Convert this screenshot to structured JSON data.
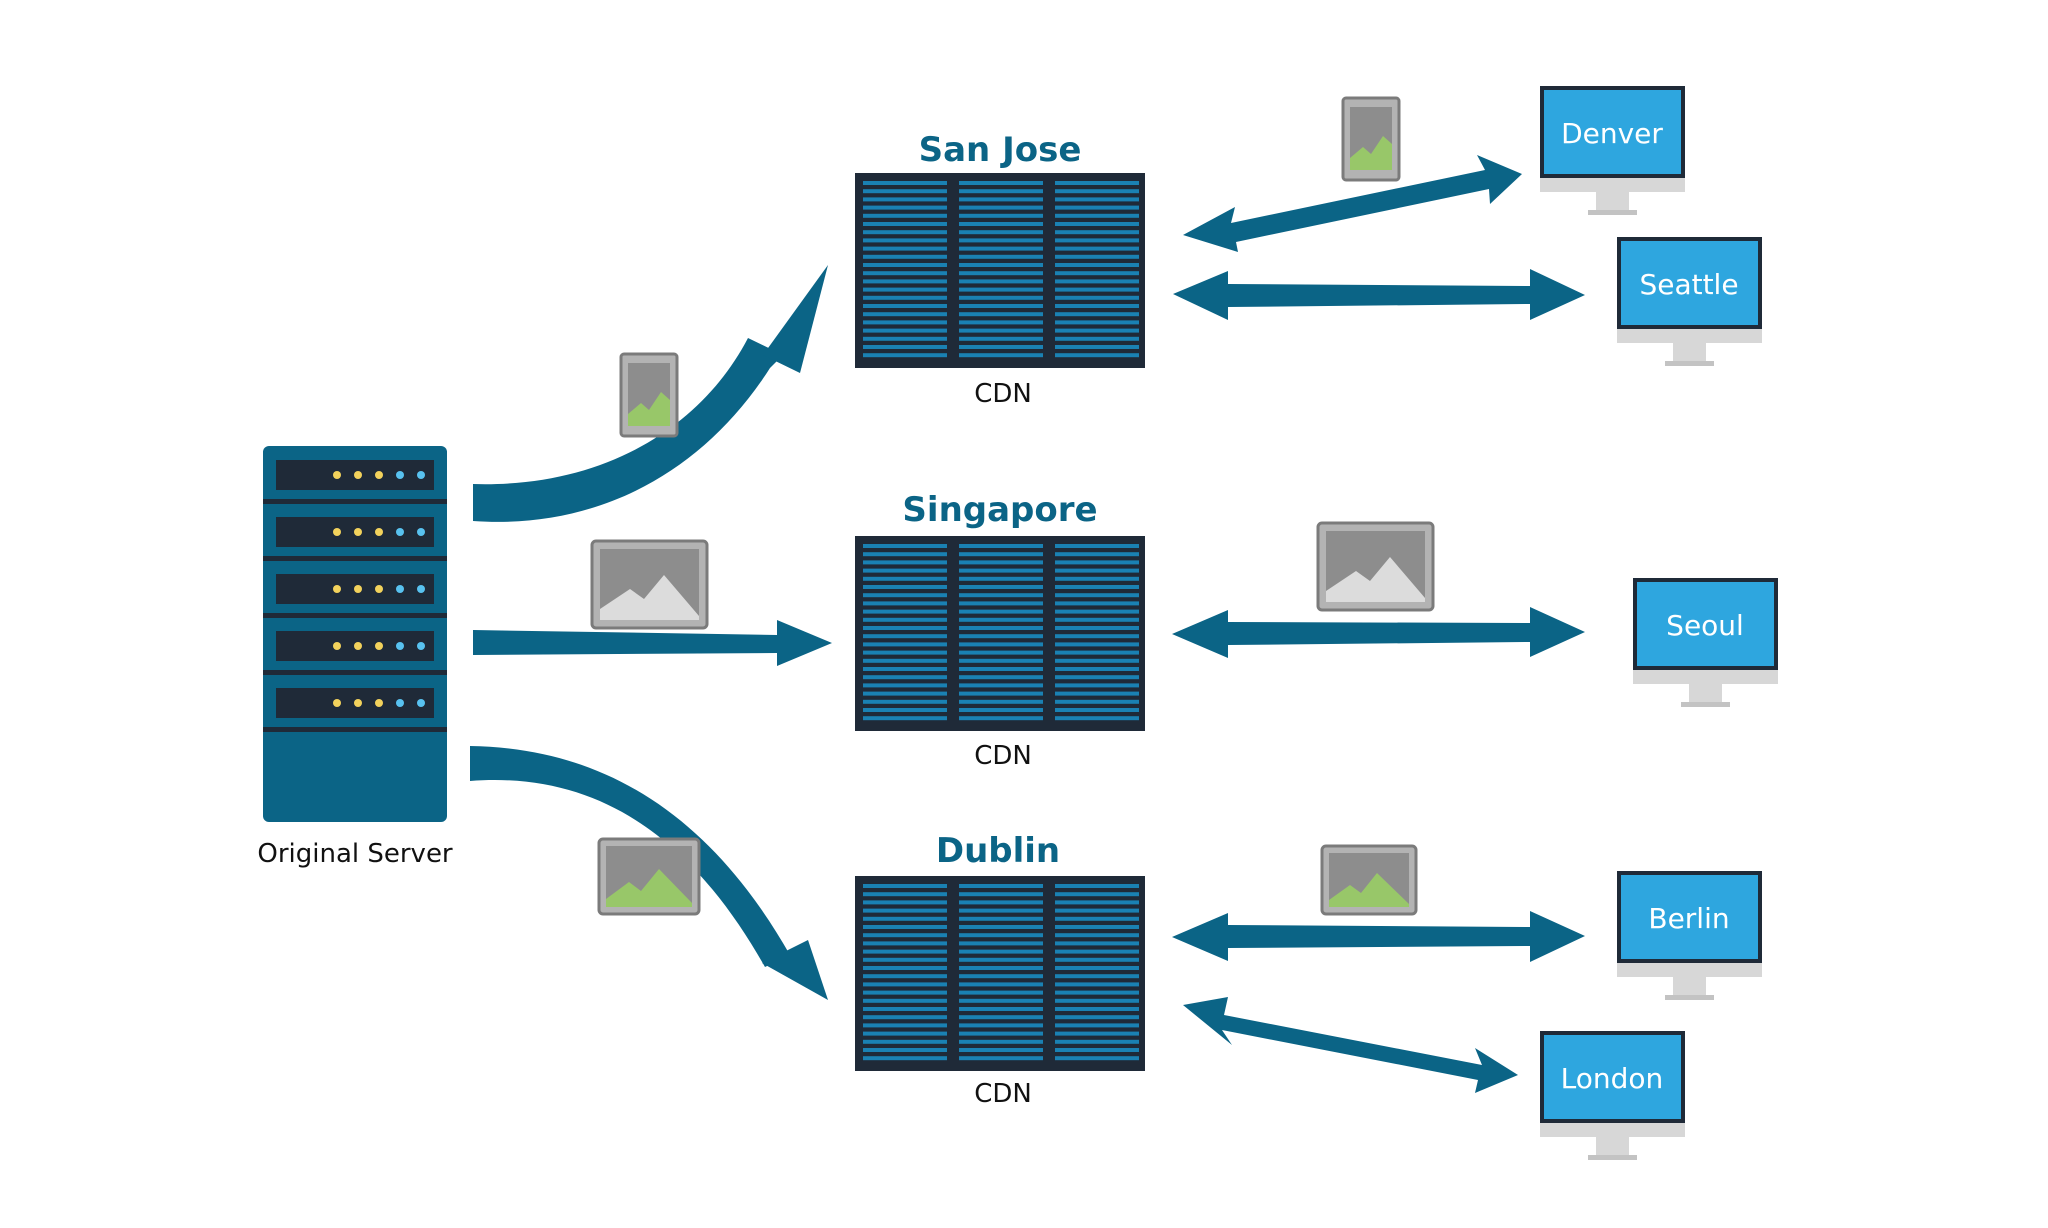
{
  "colors": {
    "primary": "#0b6486",
    "rack_dark": "#1f2a38",
    "rack_stripe": "#1a81b3",
    "screen": "#2ea6df",
    "monitor_base": "#d7d7d7",
    "image_gray": "#8d8d8d",
    "image_frame": "#b3b3b3",
    "mountain_green": "#98c769",
    "mountain_light": "#dcdcdc",
    "led_yellow": "#f2d25c",
    "led_blue": "#58c2f0"
  },
  "origin": {
    "label": "Original Server"
  },
  "cdn_nodes": [
    {
      "city": "San Jose",
      "label": "CDN"
    },
    {
      "city": "Singapore",
      "label": "CDN"
    },
    {
      "city": "Dublin",
      "label": "CDN"
    }
  ],
  "clients": [
    {
      "name": "Denver"
    },
    {
      "name": "Seattle"
    },
    {
      "name": "Seoul"
    },
    {
      "name": "Berlin"
    },
    {
      "name": "London"
    }
  ],
  "icons": {
    "content_image": "image-icon",
    "content_mobile": "mobile-image-icon",
    "server": "server-icon",
    "monitor": "monitor-icon"
  }
}
